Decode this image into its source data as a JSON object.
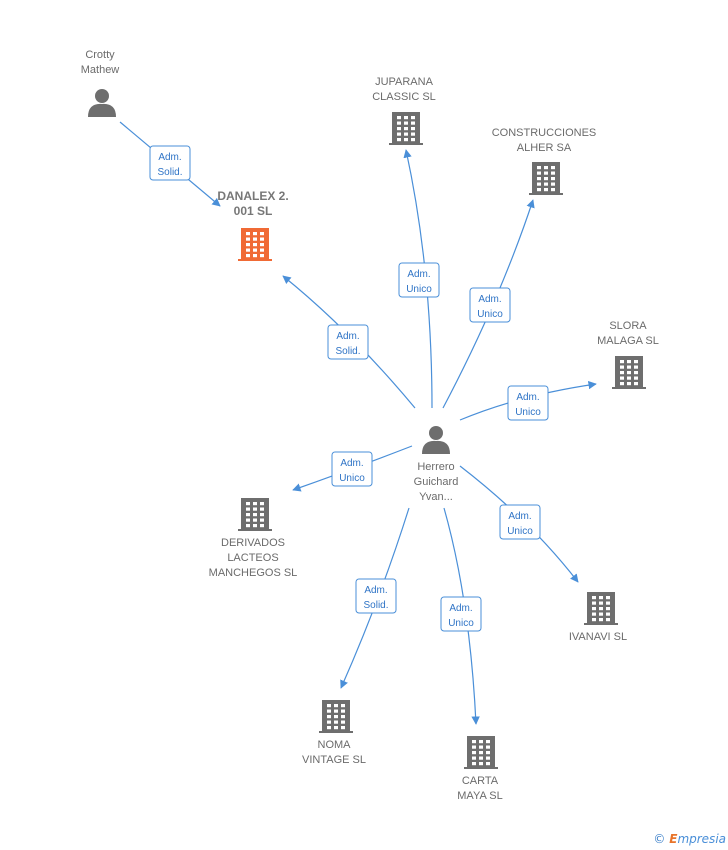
{
  "diagram": {
    "center": {
      "id": "herrero",
      "lines": [
        "Herrero",
        "Guichard",
        "Yvan..."
      ],
      "kind": "person"
    },
    "nodes": [
      {
        "id": "crotty",
        "lines": [
          "Crotty",
          "Mathew"
        ],
        "kind": "person"
      },
      {
        "id": "danalex",
        "lines": [
          "DANALEX 2.",
          "001 SL"
        ],
        "kind": "company",
        "highlight": true
      },
      {
        "id": "juparana",
        "lines": [
          "JUPARANA",
          "CLASSIC SL"
        ],
        "kind": "company"
      },
      {
        "id": "construcciones",
        "lines": [
          "CONSTRUCCIONES",
          "ALHER SA"
        ],
        "kind": "company"
      },
      {
        "id": "slora",
        "lines": [
          "SLORA",
          "MALAGA SL"
        ],
        "kind": "company"
      },
      {
        "id": "derivados",
        "lines": [
          "DERIVADOS",
          "LACTEOS",
          "MANCHEGOS SL"
        ],
        "kind": "company"
      },
      {
        "id": "ivanavi",
        "lines": [
          "IVANAVI SL"
        ],
        "kind": "company"
      },
      {
        "id": "noma",
        "lines": [
          "NOMA",
          "VINTAGE  SL"
        ],
        "kind": "company"
      },
      {
        "id": "carta",
        "lines": [
          "CARTA",
          "MAYA SL"
        ],
        "kind": "company"
      }
    ],
    "edges": [
      {
        "from": "crotty",
        "to": "danalex",
        "label": [
          "Adm.",
          "Solid."
        ]
      },
      {
        "from": "herrero",
        "to": "danalex",
        "label": [
          "Adm.",
          "Solid."
        ]
      },
      {
        "from": "herrero",
        "to": "juparana",
        "label": [
          "Adm.",
          "Unico"
        ]
      },
      {
        "from": "herrero",
        "to": "construcciones",
        "label": [
          "Adm.",
          "Unico"
        ]
      },
      {
        "from": "herrero",
        "to": "slora",
        "label": [
          "Adm.",
          "Unico"
        ]
      },
      {
        "from": "herrero",
        "to": "derivados",
        "label": [
          "Adm.",
          "Unico"
        ]
      },
      {
        "from": "herrero",
        "to": "ivanavi",
        "label": [
          "Adm.",
          "Unico"
        ]
      },
      {
        "from": "herrero",
        "to": "noma",
        "label": [
          "Adm.",
          "Solid."
        ]
      },
      {
        "from": "herrero",
        "to": "carta",
        "label": [
          "Adm.",
          "Unico"
        ]
      }
    ],
    "colors": {
      "edge": "#4a8fd8",
      "company": "#6e6e6e",
      "highlight": "#f06a35",
      "person": "#6e6e6e"
    }
  },
  "footer": {
    "copyright_symbol": "©",
    "brand_initial": "E",
    "brand_rest": "mpresia"
  }
}
